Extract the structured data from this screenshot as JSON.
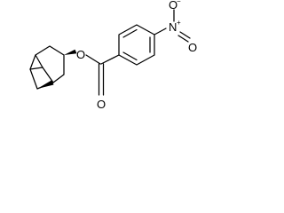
{
  "molecule": {
    "atoms": {
      "ester_oxygen": "O",
      "carbonyl_oxygen": "O",
      "nitro_nitrogen": "N",
      "nitro_top_oxygen": "O",
      "nitro_bottom_oxygen": "O",
      "nitrogen_charge": "+",
      "oxygen_charge": "−"
    }
  }
}
